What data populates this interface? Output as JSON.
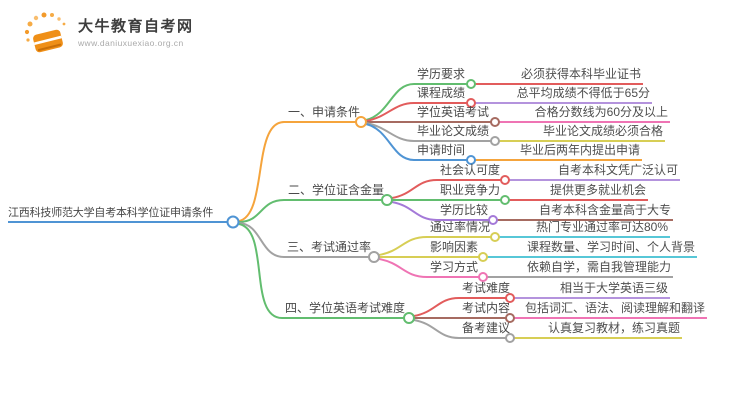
{
  "logo": {
    "title": "大牛教育自考网",
    "url": "www.daniuxuexiao.org.cn",
    "brand_color": "#f39019"
  },
  "map": {
    "root": {
      "label": "江西科技师范大学自考本科学位证申请条件",
      "color": "#4f94d4"
    },
    "branches": [
      {
        "label": "一、申请条件",
        "color": "#f5a43c",
        "children": [
          {
            "label": "学历要求",
            "color": "#62bd6f",
            "leaf": {
              "label": "必须获得本科毕业证书",
              "color": "#e25c5c"
            }
          },
          {
            "label": "课程成绩",
            "color": "#e25c5c",
            "leaf": {
              "label": "总平均成绩不得低于65分",
              "color": "#b493dd"
            }
          },
          {
            "label": "学位英语考试",
            "color": "#a66b61",
            "leaf": {
              "label": "合格分数线为60分及以上",
              "color": "#ef74b4"
            }
          },
          {
            "label": "毕业论文成绩",
            "color": "#a2a2a2",
            "leaf": {
              "label": "毕业论文成绩必须合格",
              "color": "#d7ce55"
            }
          },
          {
            "label": "申请时间",
            "color": "#4f94d4",
            "leaf": {
              "label": "毕业后两年内提出申请",
              "color": "#f5a43c"
            }
          }
        ]
      },
      {
        "label": "二、学位证含金量",
        "color": "#62bd6f",
        "children": [
          {
            "label": "社会认可度",
            "color": "#e25c5c",
            "leaf": {
              "label": "自考本科文凭广泛认可",
              "color": "#b493dd"
            }
          },
          {
            "label": "职业竞争力",
            "color": "#62bd6f",
            "leaf": {
              "label": "提供更多就业机会",
              "color": "#e25c5c"
            }
          },
          {
            "label": "学历比较",
            "color": "#a479d8",
            "leaf": {
              "label": "自考本科含金量高于大专",
              "color": "#a66b61"
            }
          }
        ]
      },
      {
        "label": "三、考试通过率",
        "color": "#a2a2a2",
        "children": [
          {
            "label": "通过率情况",
            "color": "#d7ce55",
            "leaf": {
              "label": "热门专业通过率可达80%",
              "color": "#57c7d7"
            }
          },
          {
            "label": "影响因素",
            "color": "#d7ce55",
            "leaf": {
              "label": "课程数量、学习时间、个人背景",
              "color": "#57c7d7"
            }
          },
          {
            "label": "学习方式",
            "color": "#ef74b4",
            "leaf": {
              "label": "依赖自学，需自我管理能力",
              "color": "#a2a2a2"
            }
          }
        ]
      },
      {
        "label": "四、学位英语考试难度",
        "color": "#62bd6f",
        "children": [
          {
            "label": "考试难度",
            "color": "#e25c5c",
            "leaf": {
              "label": "相当于大学英语三级",
              "color": "#b493dd"
            }
          },
          {
            "label": "考试内容",
            "color": "#a66b61",
            "leaf": {
              "label": "包括词汇、语法、阅读理解和翻译",
              "color": "#ef74b4"
            }
          },
          {
            "label": "备考建议",
            "color": "#a2a2a2",
            "leaf": {
              "label": "认真复习教材，练习真题",
              "color": "#d7ce55"
            }
          }
        ]
      }
    ]
  }
}
